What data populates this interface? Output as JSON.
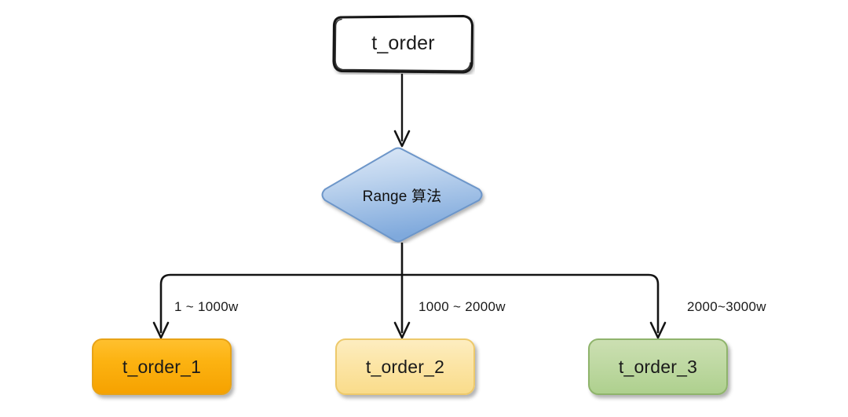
{
  "diagram": {
    "title_node": {
      "label": "t_order"
    },
    "decision_node": {
      "label": "Range 算法"
    },
    "leaves": [
      {
        "label": "t_order_1",
        "color": "#f6a200"
      },
      {
        "label": "t_order_2",
        "color": "#f9dc8b"
      },
      {
        "label": "t_order_3",
        "color": "#aed08e"
      }
    ],
    "edge_labels": [
      {
        "text": "1 ~ 1000w"
      },
      {
        "text": "1000 ~ 2000w"
      },
      {
        "text": "2000~3000w"
      }
    ],
    "colors": {
      "background": "#ffffff",
      "stroke": "#141414",
      "decision_fill": "#a9c8ea",
      "decision_border": "#5b84b8"
    }
  }
}
